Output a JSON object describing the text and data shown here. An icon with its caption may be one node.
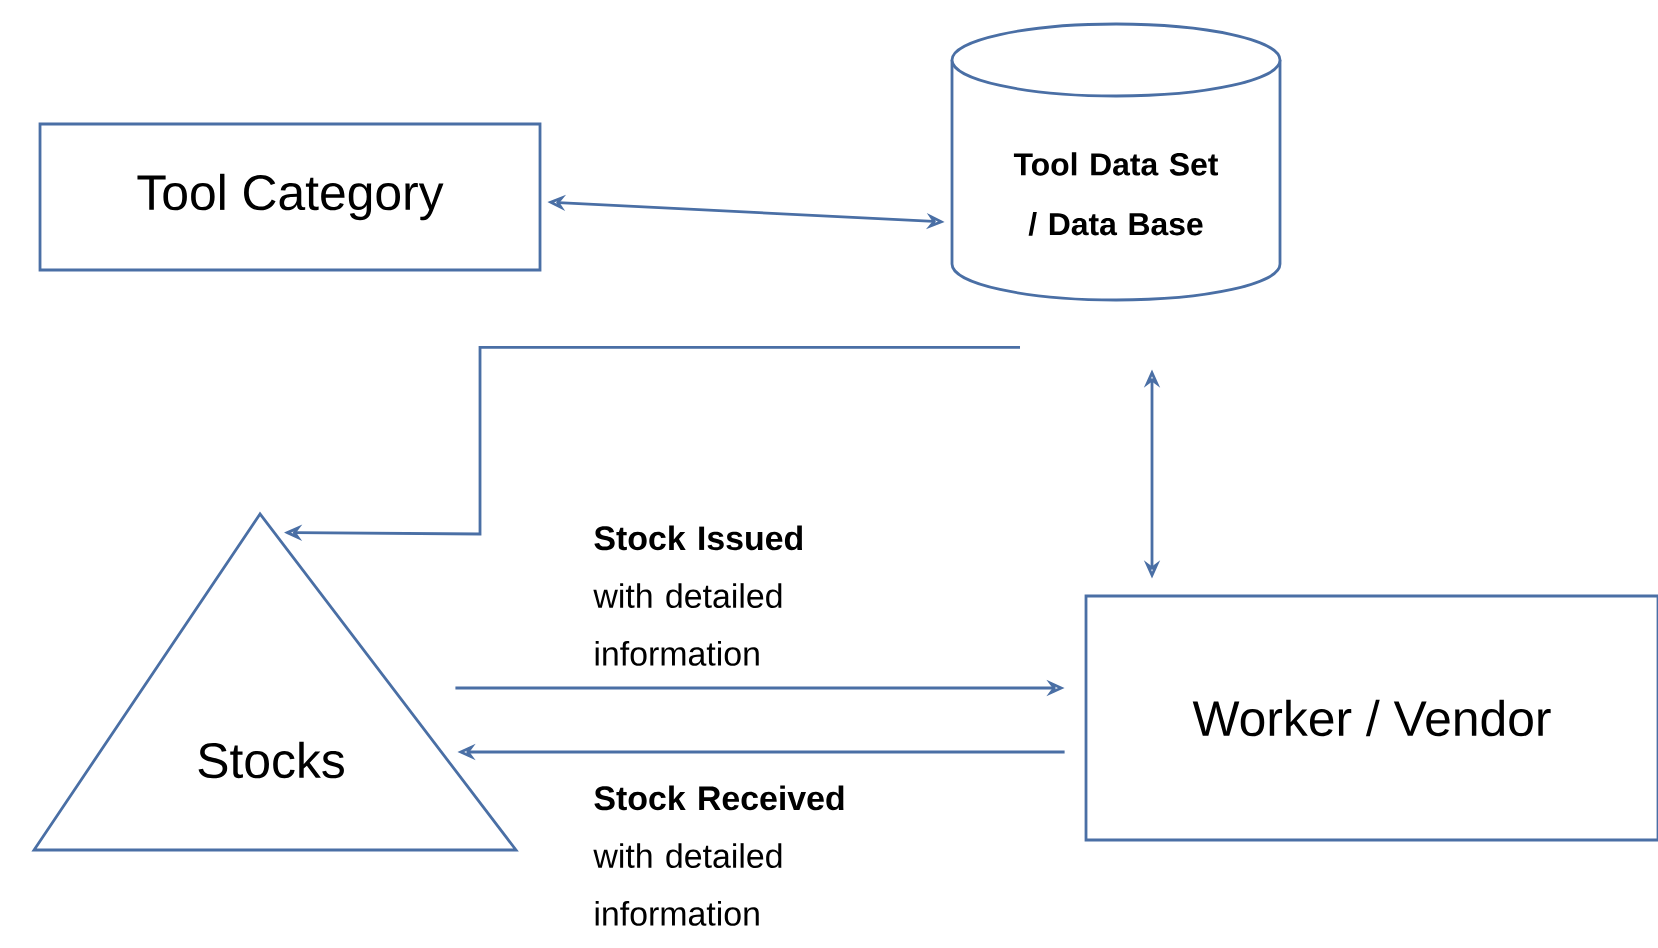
{
  "diagram": {
    "nodes": [
      {
        "text": [
          "Tool Category"
        ]
      },
      {
        "text": [
          "Tool Data Set / Data Base"
        ]
      },
      {
        "text": [
          "Stocks"
        ]
      },
      {
        "text": [
          "Worker / Vendor"
        ]
      }
    ],
    "edges": [
      {
        "from": 0,
        "to": 1,
        "arrow": "both"
      },
      {
        "from": 1,
        "to": 2,
        "arrow": "to"
      },
      {
        "from": 1,
        "to": 3,
        "arrow": "both"
      },
      {
        "from": 2,
        "to": 3,
        "arrow": "to",
        "label": "**Stock Issued** with detailed information"
      },
      {
        "from": 3,
        "to": 2,
        "arrow": "to",
        "label": "**Stock Received** with detailed information"
      }
    ]
  }
}
